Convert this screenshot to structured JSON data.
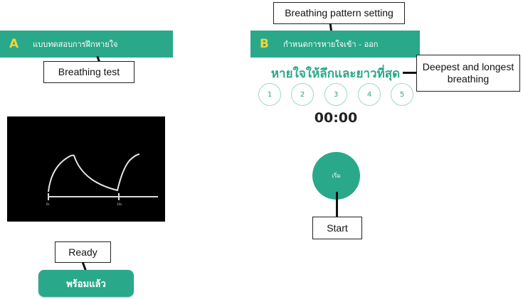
{
  "panel_a": {
    "letter": "A",
    "header_title": "แบบทดสอบการฝึกหายใจ",
    "callout_header": "Breathing test",
    "graph_tick_start": "0s",
    "graph_tick_end": "10s",
    "ready_button_label": "พร้อมแล้ว",
    "callout_ready": "Ready"
  },
  "panel_b": {
    "letter": "B",
    "header_title": "กำหนดการหายใจเข้า - ออก",
    "callout_header": "Breathing pattern setting",
    "instruction": "หายใจให้ลึกและยาวที่สุด",
    "callout_instruction": "Deepest and longest breathing",
    "levels": [
      "1",
      "2",
      "3",
      "4",
      "5"
    ],
    "timer": "00:00",
    "start_button_label": "เริ่ม",
    "callout_start": "Start"
  },
  "colors": {
    "accent": "#2aa88a",
    "header_letter": "#f1d43a",
    "circle_border": "#9fd8c8"
  }
}
